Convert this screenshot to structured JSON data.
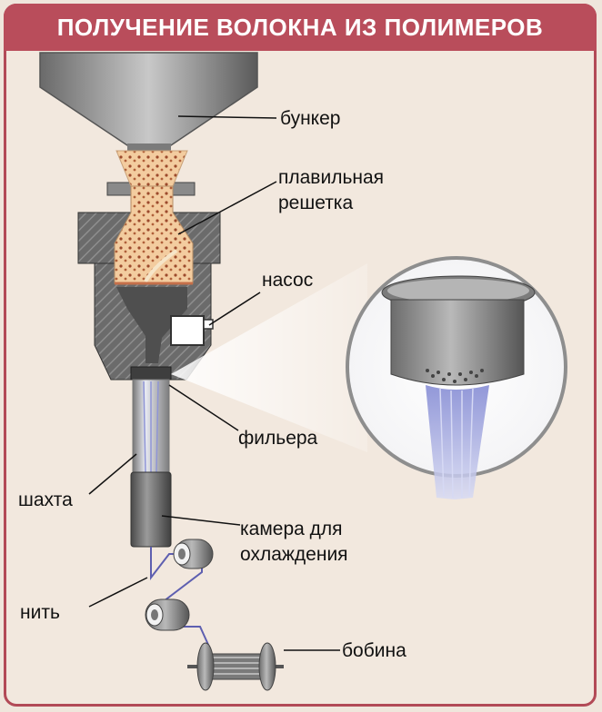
{
  "title": "ПОЛУЧЕНИЕ ВОЛОКНА ИЗ ПОЛИМЕРОВ",
  "labels": {
    "hopper": "бункер",
    "melt_grid_1": "плавильная",
    "melt_grid_2": "решетка",
    "pump": "насос",
    "spinneret": "фильера",
    "shaft": "шахта",
    "cooling_1": "камера для",
    "cooling_2": "охлаждения",
    "thread": "нить",
    "bobbin": "бобина"
  },
  "colors": {
    "title_bg": "#b94d5b",
    "background": "#f2e8de",
    "metal_dark": "#5f5f5f",
    "metal_mid": "#8a8a8a",
    "polymer": "#f3c99a",
    "fiber": "#8f95d6"
  }
}
